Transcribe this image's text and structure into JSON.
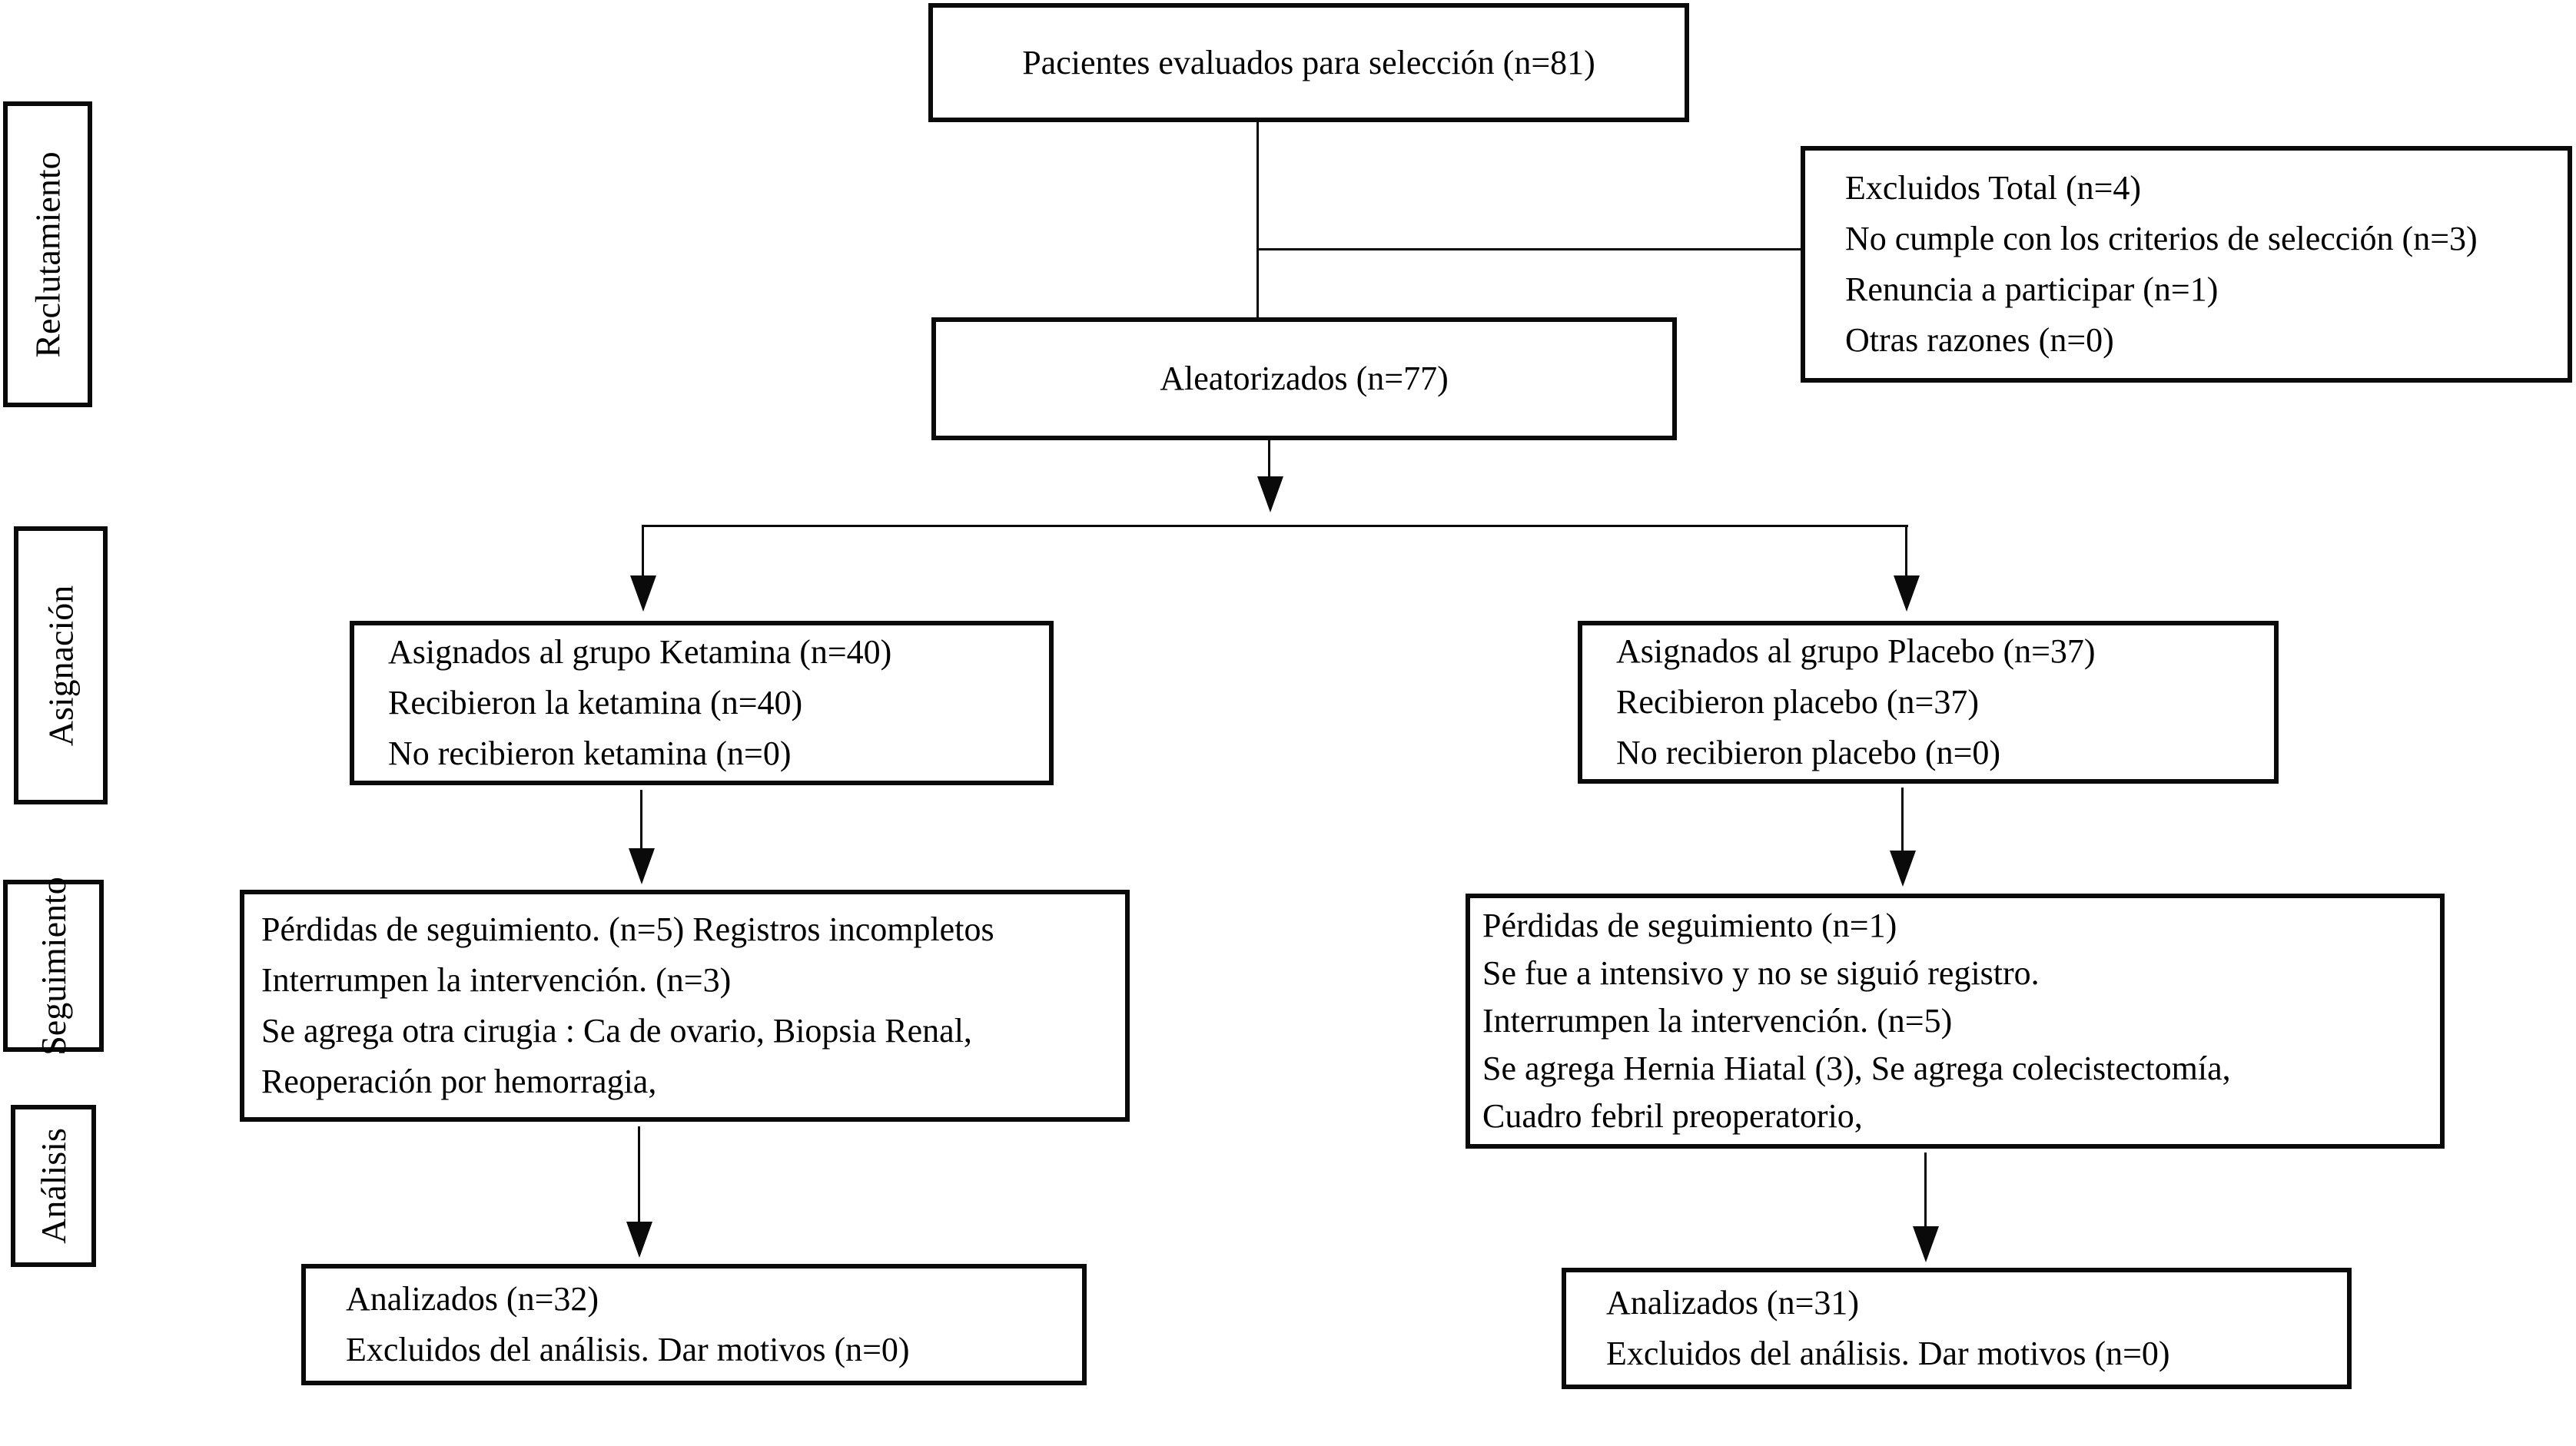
{
  "colors": {
    "ink": "#000000",
    "background": "#ffffff"
  },
  "sidebar": {
    "stages": [
      {
        "label": "Reclutamiento"
      },
      {
        "label": "Asignación"
      },
      {
        "label": "Seguimiento"
      },
      {
        "label": "Análisis"
      }
    ]
  },
  "flow": {
    "screened": {
      "text": "Pacientes evaluados para selección (n=81)"
    },
    "excluded": {
      "lines": [
        "Excluidos Total (n=4)",
        "No cumple con los criterios de selección (n=3)",
        "Renuncia a participar (n=1)",
        "Otras razones (n=0)"
      ]
    },
    "randomized": {
      "text": "Aleatorizados (n=77)"
    },
    "ketamine_allocation": {
      "lines": [
        "Asignados al grupo Ketamina (n=40)",
        "Recibieron la ketamina (n=40)",
        "No recibieron ketamina (n=0)"
      ]
    },
    "placebo_allocation": {
      "lines": [
        "Asignados al grupo Placebo (n=37)",
        "Recibieron placebo (n=37)",
        "No recibieron placebo (n=0)"
      ]
    },
    "ketamine_followup": {
      "lines": [
        "Pérdidas de seguimiento. (n=5) Registros incompletos",
        "Interrumpen la intervención. (n=3)",
        "Se agrega otra cirugia : Ca de ovario, Biopsia Renal,",
        "Reoperación por hemorragia,"
      ]
    },
    "placebo_followup": {
      "lines": [
        "Pérdidas de seguimiento (n=1)",
        "Se fue a intensivo y no se siguió registro.",
        "Interrumpen la intervención. (n=5)",
        "Se agrega Hernia Hiatal (3), Se agrega colecistectomía,",
        "Cuadro febril preoperatorio,"
      ]
    },
    "ketamine_analysis": {
      "lines": [
        "Analizados (n=32)",
        "Excluidos del análisis. Dar motivos (n=0)"
      ]
    },
    "placebo_analysis": {
      "lines": [
        "Analizados (n=31)",
        "Excluidos del análisis. Dar motivos (n=0)"
      ]
    }
  }
}
